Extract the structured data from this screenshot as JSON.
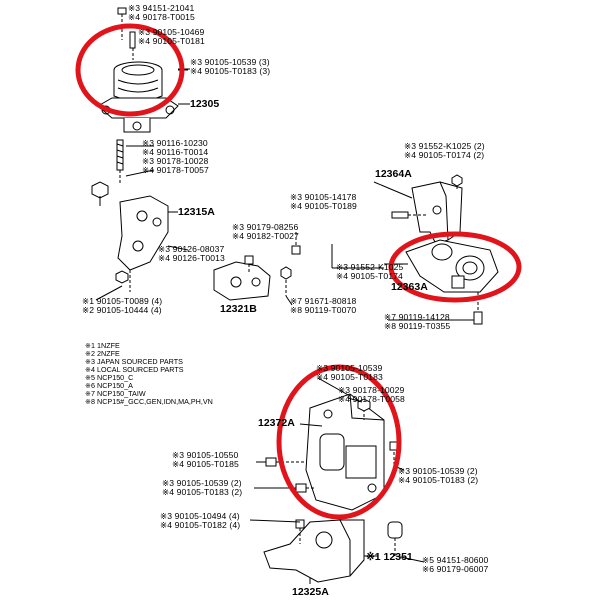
{
  "part_numbers": [
    {
      "id": "p12305",
      "text": "12305"
    },
    {
      "id": "p12364A",
      "text": "12364A"
    },
    {
      "id": "p12315A",
      "text": "12315A"
    },
    {
      "id": "p12363A",
      "text": "12363A"
    },
    {
      "id": "p12321B",
      "text": "12321B"
    },
    {
      "id": "p12372A",
      "text": "12372A"
    },
    {
      "id": "p12351",
      "text": "※1 12351"
    },
    {
      "id": "p12325A",
      "text": "12325A"
    }
  ],
  "callouts": [
    {
      "id": "c1",
      "lines": [
        "※3 94151-21041",
        "※4 90178-T0015"
      ]
    },
    {
      "id": "c2",
      "lines": [
        "※3 90105-10469",
        "※4 90105-T0181"
      ]
    },
    {
      "id": "c3",
      "lines": [
        "※3 90105-10539 (3)",
        "※4 90105-T0183 (3)"
      ]
    },
    {
      "id": "c4",
      "lines": [
        "※3 90116-10230",
        "※4 90116-T0014",
        "※3 90178-10028",
        "※4 90178-T0057"
      ]
    },
    {
      "id": "c5",
      "lines": [
        "※3 91552-K1025 (2)",
        "※4 90105-T0174 (2)"
      ]
    },
    {
      "id": "c6",
      "lines": [
        "※3 90105-14178",
        "※4 90105-T0189"
      ]
    },
    {
      "id": "c7",
      "lines": [
        "※3 90179-08256",
        "※4 90182-T0027"
      ]
    },
    {
      "id": "c8",
      "lines": [
        "※3 90126-08037",
        "※4 90126-T0013"
      ]
    },
    {
      "id": "c9",
      "lines": [
        "※3 91552-K1025",
        "※4 90105-T0174"
      ]
    },
    {
      "id": "c10",
      "lines": [
        "※1 90105-T0089 (4)",
        "※2 90105-10444 (4)"
      ]
    },
    {
      "id": "c11",
      "lines": [
        "※7 91671-80818",
        "※8 90119-T0070"
      ]
    },
    {
      "id": "c12",
      "lines": [
        "※7 90119-14128",
        "※8 90119-T0355"
      ]
    },
    {
      "id": "c13",
      "lines": [
        "※3 90105-10539",
        "※4 90105-T0183"
      ]
    },
    {
      "id": "c14",
      "lines": [
        "※3 90178-10029",
        "※4 90178-T0058"
      ]
    },
    {
      "id": "c15",
      "lines": [
        "※3 90105-10550",
        "※4 90105-T0185"
      ]
    },
    {
      "id": "c16",
      "lines": [
        "※3 90105-10539 (2)",
        "※4 90105-T0183 (2)"
      ]
    },
    {
      "id": "c17",
      "lines": [
        "※3 90105-10539 (2)",
        "※4 90105-T0183 (2)"
      ]
    },
    {
      "id": "c18",
      "lines": [
        "※3 90105-10494 (4)",
        "※4 90105-T0182 (4)"
      ]
    },
    {
      "id": "c19",
      "lines": [
        "※5 94151-80600",
        "※6 90179-06007"
      ]
    }
  ],
  "legend": [
    "※1 1NZFE",
    "※2 2NZFE",
    "※3 JAPAN SOURCED PARTS",
    "※4 LOCAL SOURCED PARTS",
    "※5 NCP150_C",
    "※6 NCP150_A",
    "※7 NCP150_TAIW",
    "※8 NCP15#_GCC,GEN,IDN,MA,PH,VN"
  ],
  "highlight_color": "#e0141a"
}
